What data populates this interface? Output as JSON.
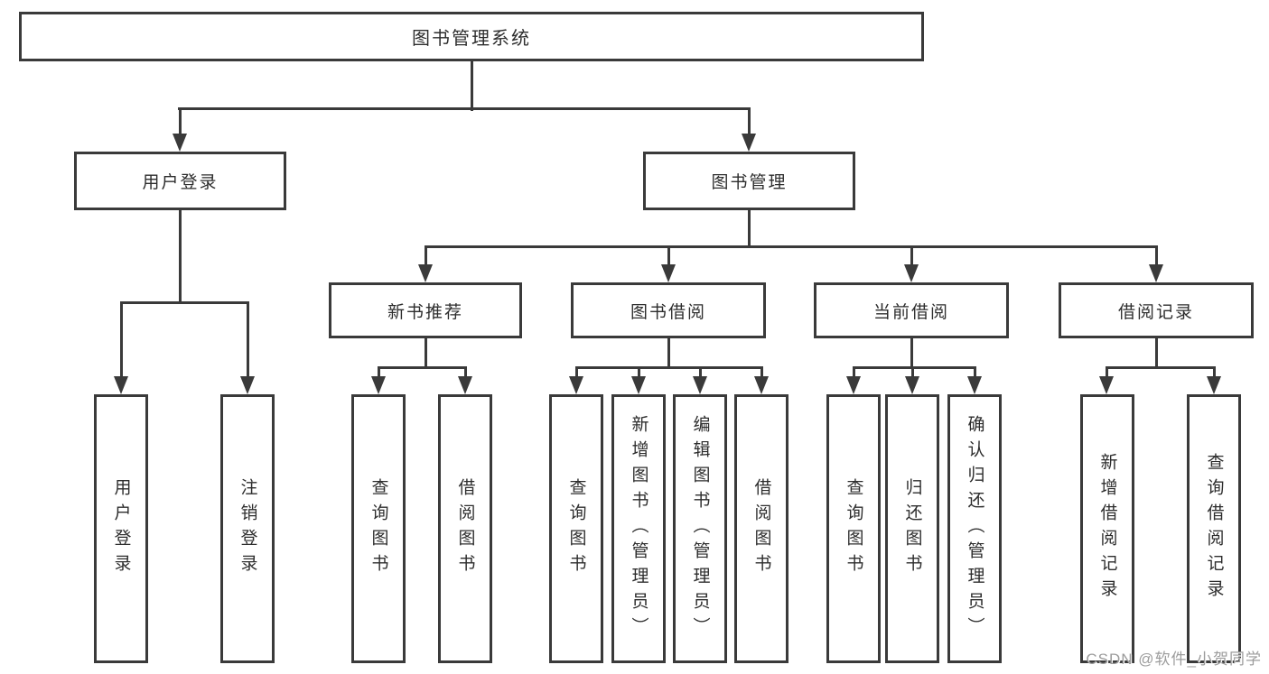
{
  "diagram": {
    "root": {
      "label": "图书管理系统"
    },
    "branches": {
      "user_login": {
        "label": "用户登录",
        "leaves": [
          {
            "label": "用户登录"
          },
          {
            "label": "注销登录"
          }
        ]
      },
      "book_management": {
        "label": "图书管理",
        "sections": {
          "new_book": {
            "label": "新书推荐",
            "leaves": [
              {
                "label": "查询图书"
              },
              {
                "label": "借阅图书"
              }
            ]
          },
          "book_borrow": {
            "label": "图书借阅",
            "leaves": [
              {
                "label": "查询图书"
              },
              {
                "label": "新增图书（管理员）"
              },
              {
                "label": "编辑图书（管理员）"
              },
              {
                "label": "借阅图书"
              }
            ]
          },
          "current_borrow": {
            "label": "当前借阅",
            "leaves": [
              {
                "label": "查询图书"
              },
              {
                "label": "归还图书"
              },
              {
                "label": "确认归还（管理员）"
              }
            ]
          },
          "borrow_records": {
            "label": "借阅记录",
            "leaves": [
              {
                "label": "新增借阅记录"
              },
              {
                "label": "查询借阅记录"
              }
            ]
          }
        }
      }
    }
  },
  "watermark": {
    "text": "CSDN @软件_小贺同学"
  },
  "colors": {
    "line": "#3a3a3a",
    "text": "#2d2d2d",
    "watermark": "#9c9c9c",
    "background": "#ffffff"
  }
}
